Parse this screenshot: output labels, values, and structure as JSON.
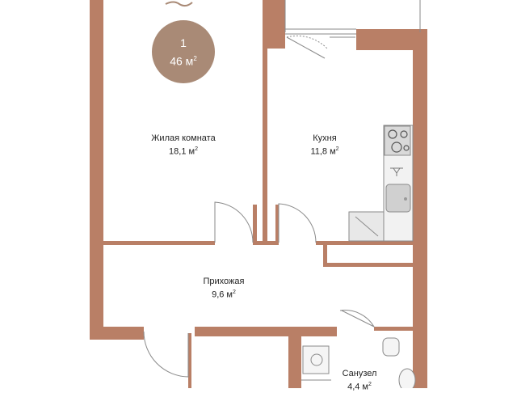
{
  "plan": {
    "badge": {
      "rooms": "1",
      "total_area": "46 м",
      "unit_power": "2"
    },
    "rooms": [
      {
        "id": "living",
        "name": "Жилая комната",
        "area": "18,1 м",
        "unit_power": "2"
      },
      {
        "id": "kitchen",
        "name": "Кухня",
        "area": "11,8 м",
        "unit_power": "2"
      },
      {
        "id": "hall",
        "name": "Прихожая",
        "area": "9,6 м",
        "unit_power": "2"
      },
      {
        "id": "bath",
        "name": "Санузел",
        "area": "4,4 м",
        "unit_power": "2"
      }
    ]
  },
  "colors": {
    "wall": "#b97f66",
    "wall_stroke": "#a46c55",
    "line": "#8a8a8a",
    "badge": "#a98a76",
    "fixture": "#d9d9d9"
  }
}
